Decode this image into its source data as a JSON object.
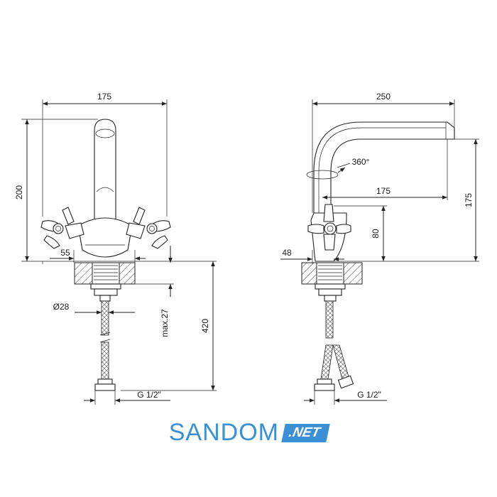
{
  "left_view": {
    "dims": {
      "width_top": "175",
      "height_spout": "200",
      "base_offset": "55",
      "hose_diameter": "Ø28",
      "max_thickness": "max.27",
      "hose_length": "420",
      "thread": "G 1/2\""
    }
  },
  "right_view": {
    "dims": {
      "reach": "250",
      "rotation": "360°",
      "inner_reach": "175",
      "height": "175",
      "handle_height": "80",
      "base_offset": "48",
      "thread": "G 1/2\""
    }
  },
  "brand": {
    "name": "SANDOM",
    "tld": ".NET",
    "color": "#3a8fd6"
  }
}
